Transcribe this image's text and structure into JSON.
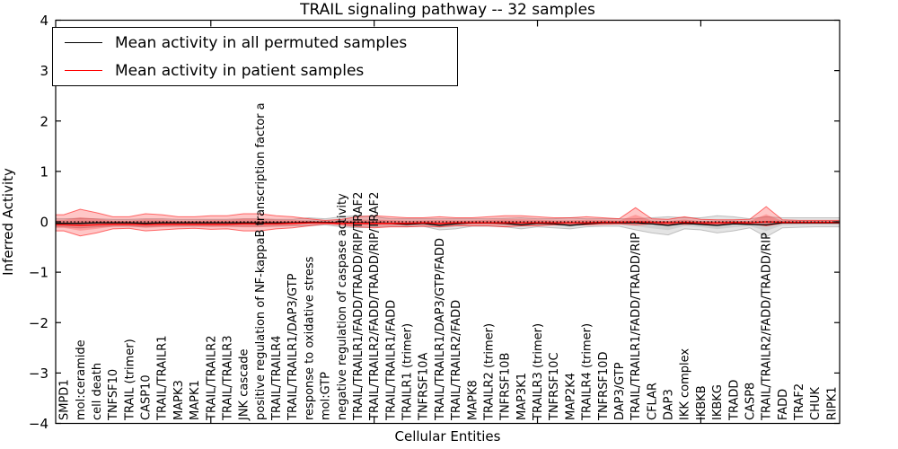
{
  "title": "TRAIL signaling pathway -- 32 samples",
  "legend": {
    "items": [
      {
        "label": "Mean activity in all permuted samples",
        "color": "#000000"
      },
      {
        "label": "Mean activity in patient samples",
        "color": "#ff0000"
      }
    ]
  },
  "chart_data": {
    "type": "line",
    "title": "TRAIL signaling pathway -- 32 samples",
    "xlabel": "Cellular Entities",
    "ylabel": "Inferred Activity",
    "ylim": [
      -4,
      4
    ],
    "yticks": [
      4,
      3,
      2,
      1,
      0,
      -1,
      -2,
      -3,
      -4
    ],
    "ytick_labels": [
      "4",
      "3",
      "2",
      "1",
      "0",
      "−1",
      "−2",
      "−3",
      "−4"
    ],
    "grid": false,
    "legend_position": "upper left",
    "categories": [
      "SMPD1",
      "mol:ceramide",
      "cell death",
      "TNFSF10",
      "TRAIL (trimer)",
      "CASP10",
      "TRAIL/TRAILR1",
      "MAPK3",
      "MAPK1",
      "TRAIL/TRAILR2",
      "TRAIL/TRAILR3",
      "JNK cascade",
      "positive regulation of NF-kappaB transcription factor a",
      "TRAIL/TRAILR4",
      "TRAIL/TRAILR1/DAP3/GTP",
      "response to oxidative stress",
      "mol:GTP",
      "negative regulation of caspase activity",
      "TRAIL/TRAILR1/FADD/TRADD/RIP/TRAF2",
      "TRAIL/TRAILR2/FADD/TRADD/RIP/TRAF2",
      "TRAIL/TRAILR1/FADD",
      "TRAILR1 (trimer)",
      "TNFRSF10A",
      "TRAIL/TRAILR1/DAP3/GTP/FADD",
      "TRAIL/TRAILR2/FADD",
      "MAPK8",
      "TRAILR2 (trimer)",
      "TNFRSF10B",
      "MAP3K1",
      "TRAILR3 (trimer)",
      "TNFRSF10C",
      "MAP2K4",
      "TRAILR4 (trimer)",
      "TNFRSF10D",
      "DAP3/GTP",
      "TRAIL/TRAILR1/FADD/TRADD/RIP",
      "CFLAR",
      "DAP3",
      "IKK complex",
      "IKBKB",
      "IKBKG",
      "TRADD",
      "CASP8",
      "TRAIL/TRAILR2/FADD/TRADD/RIP",
      "FADD",
      "TRAF2",
      "CHUK",
      "RIPK1"
    ],
    "series": [
      {
        "name": "Mean activity in all permuted samples",
        "color": "#000000",
        "style": "solid",
        "values": [
          -0.03,
          -0.03,
          -0.02,
          -0.02,
          -0.02,
          -0.03,
          -0.02,
          -0.02,
          -0.02,
          -0.02,
          -0.02,
          -0.02,
          -0.02,
          -0.02,
          -0.02,
          -0.01,
          -0.01,
          -0.02,
          -0.02,
          -0.02,
          -0.03,
          -0.05,
          -0.03,
          -0.07,
          -0.04,
          -0.02,
          -0.02,
          -0.03,
          -0.06,
          -0.03,
          -0.04,
          -0.07,
          -0.04,
          -0.02,
          -0.02,
          -0.02,
          -0.04,
          -0.07,
          -0.03,
          -0.05,
          -0.07,
          -0.04,
          -0.05,
          -0.06,
          -0.02,
          -0.02,
          -0.02,
          -0.02
        ]
      },
      {
        "name": "Mean activity in patient samples",
        "color": "#ff0000",
        "style": "solid",
        "values": [
          -0.06,
          -0.07,
          -0.06,
          -0.05,
          -0.05,
          -0.06,
          -0.05,
          -0.05,
          -0.05,
          -0.05,
          -0.05,
          -0.04,
          -0.04,
          -0.04,
          -0.03,
          -0.02,
          -0.02,
          -0.03,
          -0.03,
          -0.03,
          -0.03,
          -0.03,
          -0.02,
          -0.03,
          -0.02,
          -0.02,
          -0.02,
          -0.02,
          -0.02,
          -0.02,
          -0.02,
          -0.02,
          -0.02,
          -0.01,
          -0.01,
          0,
          -0.01,
          -0.02,
          -0.01,
          -0.02,
          -0.02,
          -0.01,
          -0.02,
          0,
          -0.01,
          -0.01,
          -0.01,
          -0.01
        ]
      }
    ],
    "bands": [
      {
        "name": "permuted samples activity range",
        "fill": "rgba(130,130,130,0.22)",
        "edge": "rgba(130,130,130,0.45)",
        "upper": [
          0.06,
          0.07,
          0.06,
          0.05,
          0.05,
          0.06,
          0.06,
          0.05,
          0.05,
          0.05,
          0.05,
          0.06,
          0.06,
          0.05,
          0.05,
          0.08,
          0.06,
          0.1,
          0.12,
          0.1,
          0.06,
          0.06,
          0.06,
          0.06,
          0.06,
          0.06,
          0.06,
          0.07,
          0.08,
          0.06,
          0.06,
          0.08,
          0.06,
          0.06,
          0.06,
          0.06,
          0.08,
          0.1,
          0.08,
          0.08,
          0.12,
          0.1,
          0.06,
          0.1,
          0.08,
          0.08,
          0.08,
          0.08
        ],
        "lower": [
          -0.1,
          -0.12,
          -0.1,
          -0.09,
          -0.09,
          -0.1,
          -0.09,
          -0.09,
          -0.09,
          -0.09,
          -0.09,
          -0.09,
          -0.09,
          -0.09,
          -0.08,
          -0.08,
          -0.06,
          -0.1,
          -0.12,
          -0.1,
          -0.09,
          -0.1,
          -0.09,
          -0.16,
          -0.14,
          -0.09,
          -0.09,
          -0.1,
          -0.14,
          -0.1,
          -0.12,
          -0.14,
          -0.1,
          -0.09,
          -0.09,
          -0.16,
          -0.22,
          -0.26,
          -0.14,
          -0.16,
          -0.22,
          -0.18,
          -0.12,
          -0.3,
          -0.12,
          -0.11,
          -0.1,
          -0.1
        ]
      },
      {
        "name": "patient samples activity range",
        "fill": "rgba(255,0,0,0.22)",
        "edge": "rgba(255,0,0,0.55)",
        "upper": [
          0.14,
          0.25,
          0.18,
          0.1,
          0.1,
          0.16,
          0.14,
          0.1,
          0.1,
          0.12,
          0.12,
          0.16,
          0.16,
          0.12,
          0.1,
          0.06,
          0.03,
          0.05,
          0.1,
          0.12,
          0.1,
          0.08,
          0.08,
          0.1,
          0.08,
          0.08,
          0.1,
          0.12,
          0.12,
          0.1,
          0.08,
          0.08,
          0.1,
          0.08,
          0.06,
          0.28,
          0.06,
          0.05,
          0.1,
          0.05,
          0.04,
          0.04,
          0.05,
          0.3,
          0.04,
          0.03,
          0.03,
          0.03
        ],
        "lower": [
          -0.18,
          -0.28,
          -0.22,
          -0.14,
          -0.13,
          -0.18,
          -0.16,
          -0.14,
          -0.13,
          -0.15,
          -0.14,
          -0.18,
          -0.18,
          -0.14,
          -0.12,
          -0.08,
          -0.04,
          -0.06,
          -0.1,
          -0.12,
          -0.1,
          -0.1,
          -0.09,
          -0.1,
          -0.08,
          -0.08,
          -0.08,
          -0.1,
          -0.08,
          -0.08,
          -0.06,
          -0.06,
          -0.06,
          -0.05,
          -0.04,
          -0.06,
          -0.04,
          -0.04,
          -0.05,
          -0.04,
          -0.04,
          -0.03,
          -0.04,
          -0.08,
          -0.03,
          -0.03,
          -0.03,
          -0.03
        ]
      }
    ],
    "reference_line": {
      "y": 0,
      "style": "dotted",
      "color": "#000000"
    }
  }
}
